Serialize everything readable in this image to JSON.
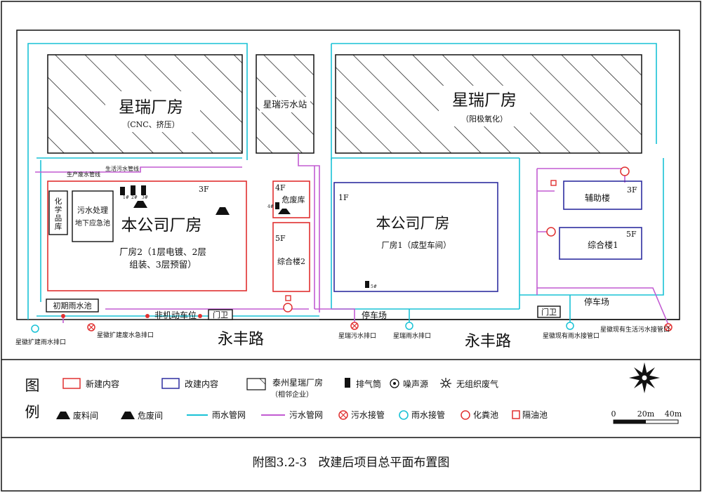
{
  "colors": {
    "new_content": "#e03030",
    "rebuild_content": "#2e2ea0",
    "rain_pipe": "#19c2d6",
    "sewage_pipe": "#c25bd2",
    "sewage_joint": "#e03030",
    "rain_joint": "#19c2d6"
  },
  "buildings": {
    "xingrui_plant_1": {
      "title": "星瑞厂房",
      "sub": "（CNC、挤压）"
    },
    "xingrui_sewage_station": {
      "title": "星瑞污水站"
    },
    "xingrui_plant_2": {
      "title": "星瑞厂房",
      "sub": "（阳极氧化）"
    },
    "company_plant_2": {
      "title": "本公司厂房",
      "floors": "3F",
      "desc_line1": "厂房2（1层电镀、2层",
      "desc_line2": "组装、3层预留）"
    },
    "chem_storage": {
      "label": "化学品库"
    },
    "sewage_treatment": {
      "line1": "污水处理",
      "line2": "地下应急池"
    },
    "hazard_storage": {
      "floors": "4F",
      "label": "危废库"
    },
    "complex_building_2": {
      "floors": "5F",
      "label": "综合楼2"
    },
    "company_plant_1": {
      "floors": "1F",
      "title": "本公司厂房",
      "desc": "厂房1（成型车间）"
    },
    "aux_building": {
      "floors": "3F",
      "label": "辅助楼"
    },
    "complex_building_1": {
      "floors": "5F",
      "label": "综合楼1"
    },
    "initial_rain_pool": {
      "label": "初期雨水池"
    },
    "guard_1": {
      "label": "门卫"
    },
    "guard_2": {
      "label": "门卫"
    }
  },
  "site_labels": {
    "process_waste_pipe": "生产废水管线",
    "domestic_sewage_pipe": "生活污水管线",
    "motor_parking": "非机动车位",
    "parking_1": "停车场",
    "parking_2": "停车场",
    "outlet_rain_extend": "星徽扩建雨水排口",
    "outlet_waste_emergency": "星徽扩建废水急排口",
    "outlet_xingrui_sewage": "星瑞污水排口",
    "outlet_xingrui_rain": "星瑞雨水排口",
    "outlet_existing_rain": "星徽现有雨水接管口",
    "outlet_existing_sewage": "星徽现有生活污水接管口",
    "road_1": "永丰路",
    "road_2": "永丰路",
    "stack_no_1": "1#",
    "stack_no_2": "2#",
    "stack_no_3": "3#",
    "stack_no_4": "4#",
    "stack_no_5": "5#"
  },
  "legend": {
    "title_1": "图",
    "title_2": "例",
    "new_content": "新建内容",
    "rebuild_content": "改建内容",
    "neighbor_plant": "泰州星瑞厂房",
    "neighbor_note": "（相邻企业）",
    "exhaust": "排气筒",
    "noise": "噪声源",
    "fugitive": "无组织废气",
    "waste_room": "废料间",
    "hazard_room": "危废间",
    "rain_pipe": "雨水管网",
    "sewage_pipe": "污水管网",
    "sewage_joint": "污水接管",
    "rain_joint": "雨水接管",
    "septic": "化粪池",
    "oil_trap": "隔油池"
  },
  "scale": {
    "zero": "0",
    "mid": "20m",
    "end": "40m"
  },
  "figure_caption": "附图3.2-3   改建后项目总平面布置图"
}
